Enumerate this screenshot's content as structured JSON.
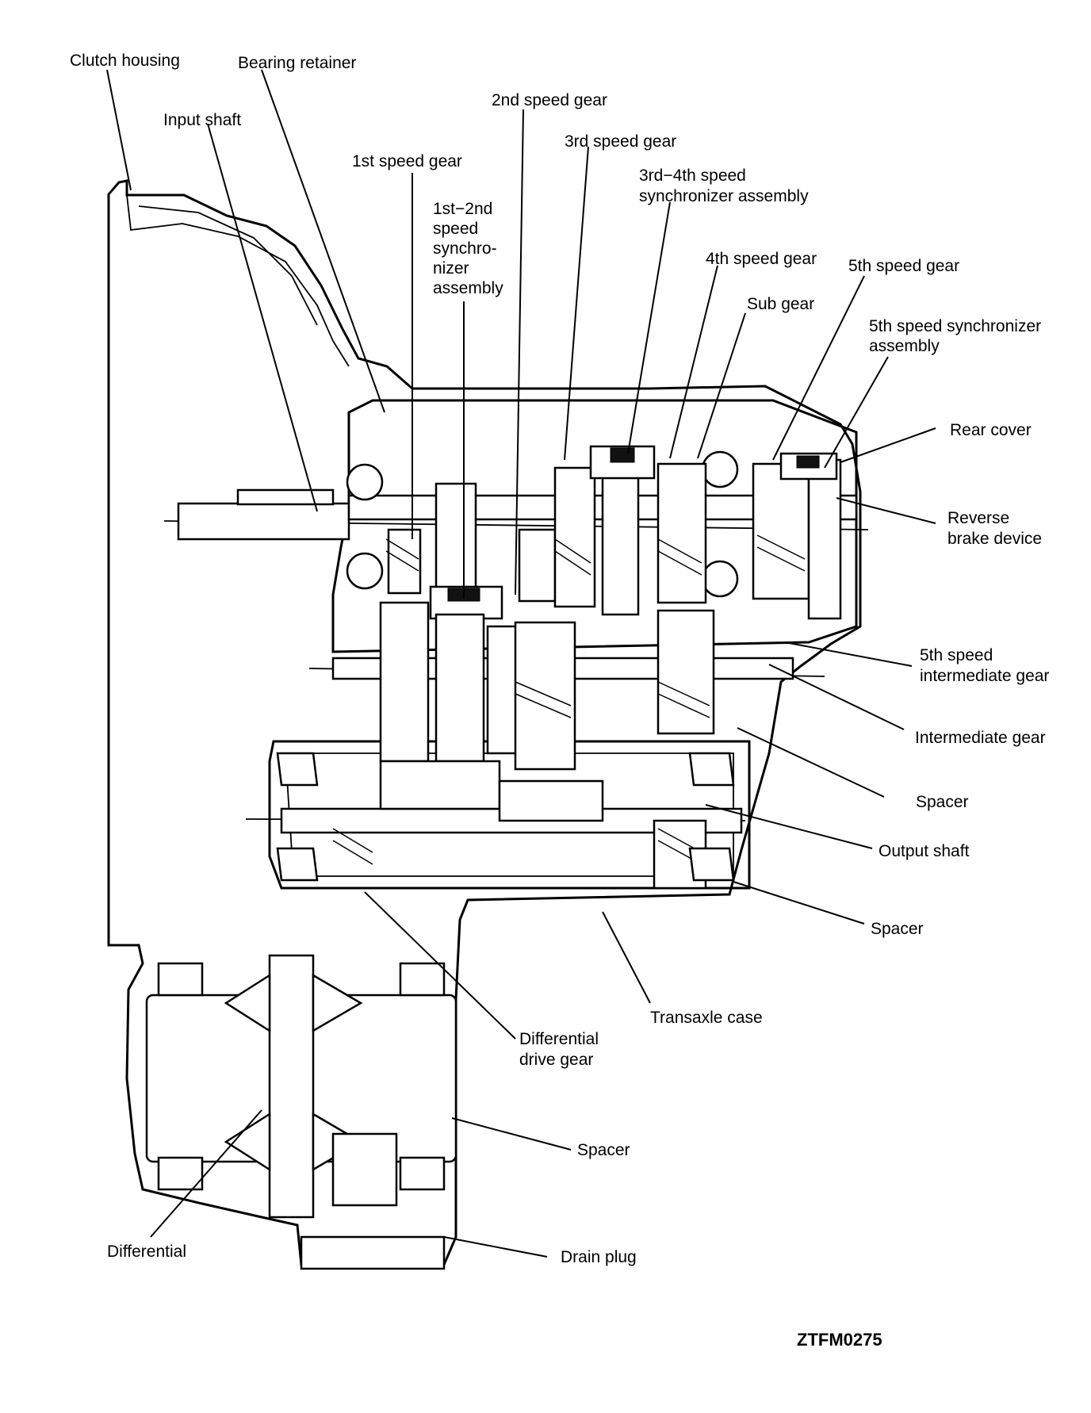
{
  "labels": {
    "clutch_housing": "Clutch housing",
    "bearing_retainer": "Bearing retainer",
    "input_shaft": "Input shaft",
    "first_speed_gear": "1st speed gear",
    "second_speed_gear": "2nd speed gear",
    "first_second_sync": [
      "1st−2nd",
      "speed",
      "synchro-",
      "nizer",
      "assembly"
    ],
    "third_speed_gear": "3rd speed gear",
    "third_fourth_sync": [
      "3rd−4th speed",
      "synchronizer assembly"
    ],
    "fourth_speed_gear": "4th speed gear",
    "fifth_speed_gear": "5th speed gear",
    "sub_gear": "Sub gear",
    "fifth_speed_sync": [
      "5th speed synchronizer",
      "assembly"
    ],
    "rear_cover": "Rear cover",
    "reverse_brake": [
      "Reverse",
      "brake device"
    ],
    "fifth_intermediate": [
      "5th speed",
      "intermediate gear"
    ],
    "intermediate_gear": "Intermediate gear",
    "spacer_1": "Spacer",
    "output_shaft": "Output shaft",
    "spacer_2": "Spacer",
    "transaxle_case": "Transaxle case",
    "differential_drive_gear": [
      "Differential",
      "drive gear"
    ],
    "spacer_3": "Spacer",
    "differential": "Differential",
    "drain_plug": "Drain plug"
  },
  "figure_code": "ZTFM0275"
}
